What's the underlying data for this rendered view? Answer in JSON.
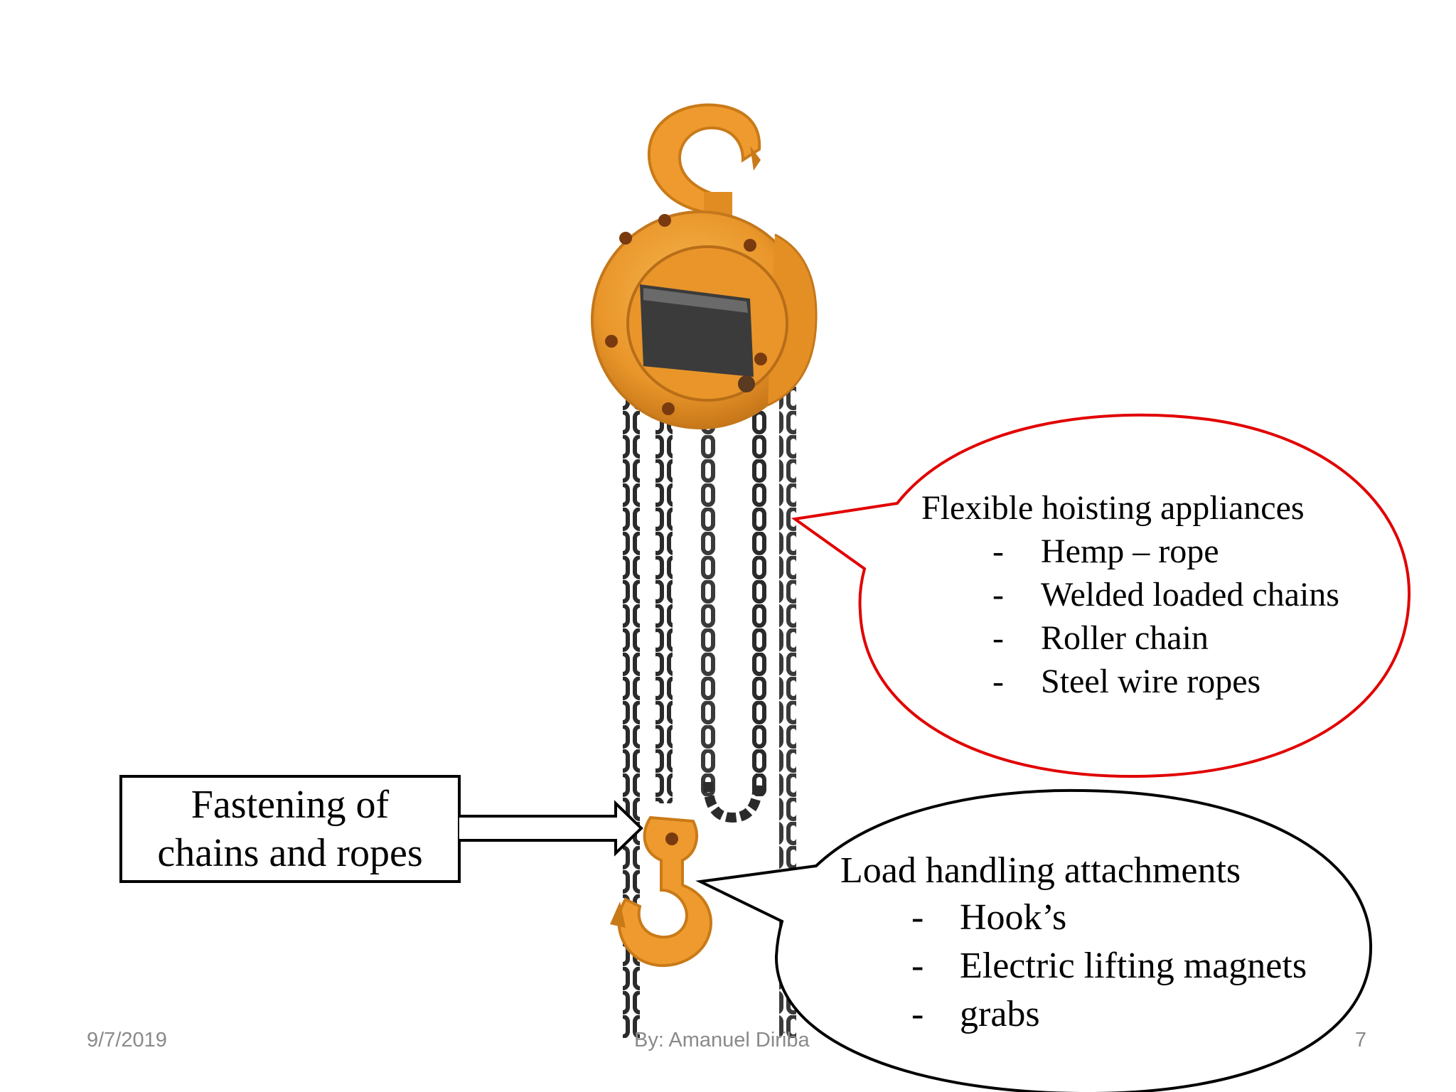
{
  "slide": {
    "flexible_callout": {
      "title": "Flexible hoisting appliances",
      "items": [
        "Hemp – rope",
        "Welded loaded chains",
        "Roller chain",
        "Steel wire ropes"
      ],
      "border_color": "#e10000"
    },
    "load_callout": {
      "title": "Load handling attachments",
      "items": [
        "Hook’s",
        "Electric lifting magnets",
        "grabs"
      ],
      "border_color": "#000000"
    },
    "fastening_box": {
      "line1": "Fastening of",
      "line2": "chains and ropes"
    },
    "footer": {
      "date": "9/7/2019",
      "author": "By: Amanuel Diriba",
      "page_number": "7"
    },
    "bullet_marker": "-",
    "colors": {
      "hoist_orange": "#f0a030",
      "chain": "#2b2b2b"
    }
  }
}
